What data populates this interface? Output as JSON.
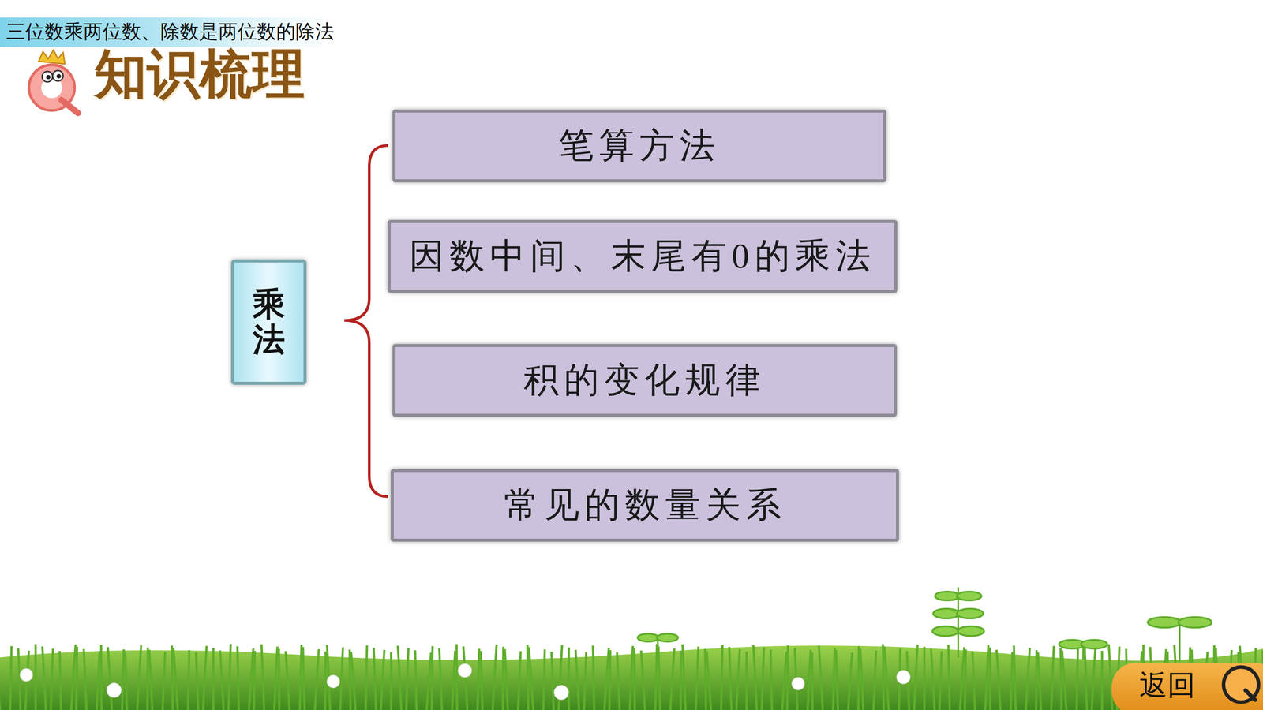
{
  "diagram": {
    "title": "知识梳理",
    "nodes": [
      {
        "text": [
          "乘法"
        ]
      },
      {
        "text": [
          "笔算方法"
        ]
      },
      {
        "text": [
          "因数中间、末尾有0的乘法"
        ]
      },
      {
        "text": [
          "积的变化规律"
        ]
      },
      {
        "text": [
          "常见的数量关系"
        ]
      }
    ],
    "labels": [
      "三位数乘两位数、除数是两位数的除法",
      "返回"
    ]
  }
}
